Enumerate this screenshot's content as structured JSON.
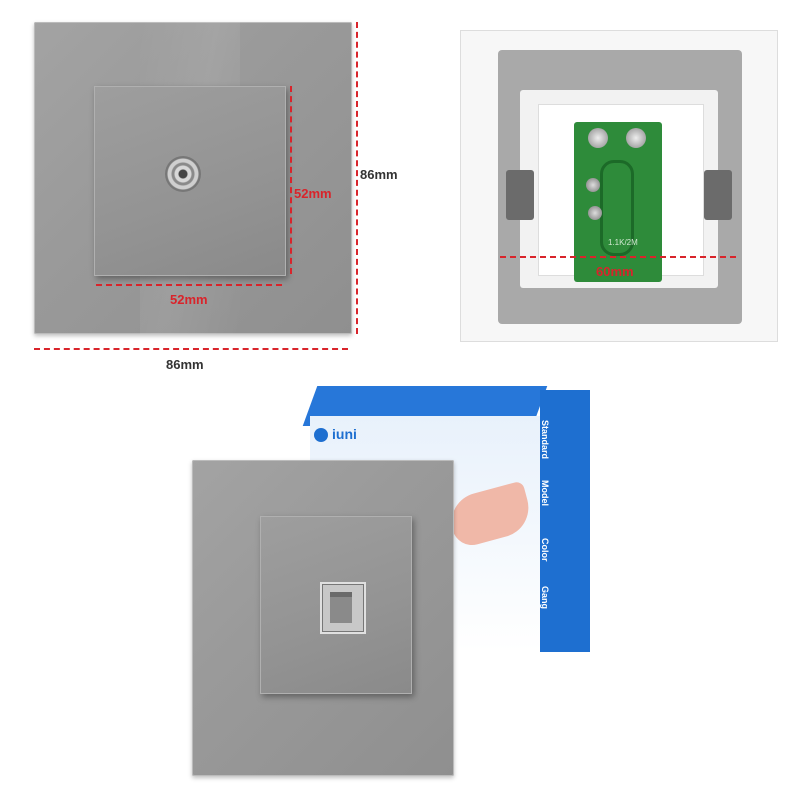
{
  "dimensions": {
    "plate_width": "86mm",
    "plate_height": "86mm",
    "insert_width": "52mm",
    "insert_height": "52mm",
    "mounting": "60mm"
  },
  "module_label": "1.1K/2M",
  "brand": {
    "name": "iuni"
  },
  "box_sides": {
    "standard": "Standard",
    "model": "Model",
    "color": "Color",
    "gang": "Gang"
  },
  "colors": {
    "plate_grey": "#969696",
    "dimension_red": "#d9242b",
    "module_green": "#2e8b3a",
    "box_blue": "#1e6fd0"
  }
}
